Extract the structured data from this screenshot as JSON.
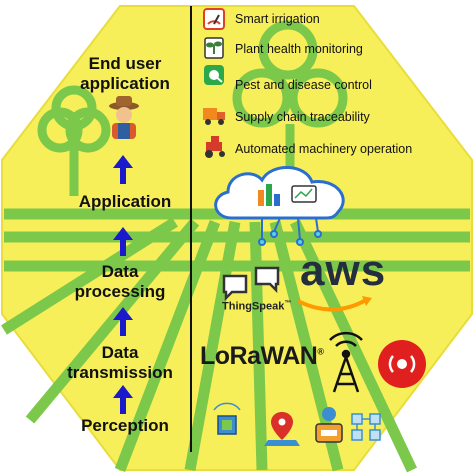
{
  "layers": [
    {
      "id": "end-user",
      "label_line1": "End user",
      "label_line2": "application"
    },
    {
      "id": "application",
      "label": "Application"
    },
    {
      "id": "data-processing",
      "label_line1": "Data",
      "label_line2": "processing"
    },
    {
      "id": "data-transmission",
      "label_line1": "Data",
      "label_line2": "transmission"
    },
    {
      "id": "perception",
      "label": "Perception"
    }
  ],
  "applications": [
    {
      "label": "Smart irrigation",
      "icon": "irrigation-gauge-icon",
      "color": "#e0402a"
    },
    {
      "label": "Plant health monitoring",
      "icon": "plant-monitor-icon",
      "color": "#3b7d3b"
    },
    {
      "label": "Pest and disease control",
      "icon": "pest-spray-icon",
      "color": "#2aa84a"
    },
    {
      "label": "Supply chain traceability",
      "icon": "delivery-truck-icon",
      "color": "#f08a1e"
    },
    {
      "label": "Automated machinery operation",
      "icon": "tractor-icon",
      "color": "#d63a2a"
    }
  ],
  "platforms": {
    "thingspeak": "ThingSpeak",
    "thingspeak_mark": "™",
    "aws": "aws",
    "lorawan": "LoRaWAN",
    "lorawan_mark": "®"
  },
  "colors": {
    "field_yellow": "#f6ef5a",
    "tree_green": "#7cc84a",
    "arrow_blue": "#1a1acc",
    "cloud_blue": "#2a6fd0",
    "aws_orange": "#ff9900",
    "signal_red": "#e0201e"
  },
  "icons": [
    "farmer-icon",
    "cloud-icon",
    "transmission-tower-icon",
    "broadcast-button-icon",
    "sensor-chip-icon",
    "location-pin-icon",
    "iot-device-icon",
    "network-nodes-icon"
  ]
}
